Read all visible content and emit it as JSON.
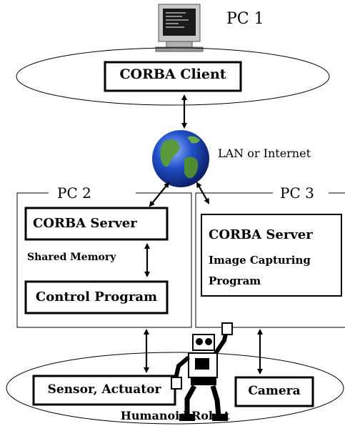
{
  "pc1": {
    "label": "PC 1",
    "client": "CORBA Client"
  },
  "network": {
    "label": "LAN or Internet"
  },
  "pc2": {
    "label": "PC 2",
    "server": "CORBA Server",
    "shared": "Shared Memory",
    "control": "Control Program"
  },
  "pc3": {
    "label": "PC 3",
    "server": "CORBA Server",
    "capture_line1": "Image Capturing",
    "capture_line2": "Program"
  },
  "robot": {
    "label": "Humanoid Robot",
    "sensor": "Sensor, Actuator",
    "camera": "Camera"
  }
}
